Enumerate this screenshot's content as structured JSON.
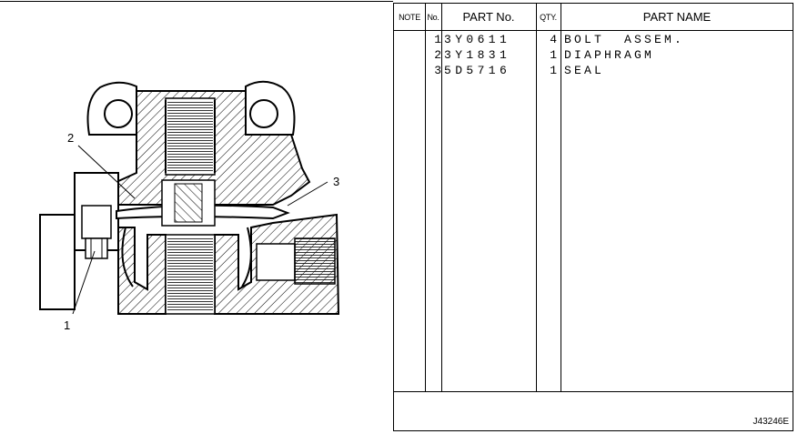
{
  "table": {
    "headers": {
      "note": "NOTE",
      "no": "No.",
      "part_no": "PART No.",
      "qty": "QTY.",
      "part_name": "PART NAME"
    },
    "rows": [
      {
        "no": "1",
        "part_no": "3Y0611",
        "qty": "4",
        "part_name": "BOLT  ASSEM."
      },
      {
        "no": "2",
        "part_no": "3Y1831",
        "qty": "1",
        "part_name": "DIAPHRAGM"
      },
      {
        "no": "3",
        "part_no": "5D5716",
        "qty": "1",
        "part_name": "SEAL"
      }
    ]
  },
  "diagram": {
    "callouts": [
      "1",
      "2",
      "3"
    ]
  },
  "footer": {
    "ref_code": "J43246E"
  }
}
